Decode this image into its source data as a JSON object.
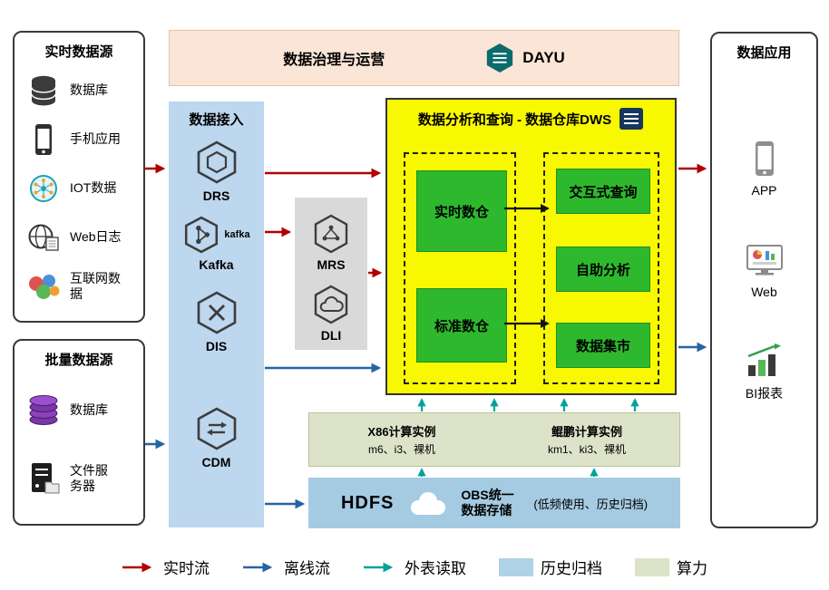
{
  "banner": {
    "title": "数据治理与运营",
    "product": "DAYU"
  },
  "realtime_sources": {
    "title": "实时数据源",
    "items": [
      {
        "label": "数据库",
        "icon": "database-icon"
      },
      {
        "label": "手机应用",
        "icon": "phone-icon"
      },
      {
        "label": "IOT数据",
        "icon": "iot-icon"
      },
      {
        "label": "Web日志",
        "icon": "web-log-icon"
      },
      {
        "label": "互联网数据",
        "icon": "internet-data-icon"
      }
    ]
  },
  "batch_sources": {
    "title": "批量数据源",
    "items": [
      {
        "label": "数据库",
        "icon": "database-purple-icon"
      },
      {
        "label": "文件服务器",
        "icon": "file-server-icon"
      }
    ]
  },
  "ingestion": {
    "title": "数据接入",
    "kafka_mark": "kafka",
    "services": [
      {
        "name": "DRS"
      },
      {
        "name": "Kafka"
      },
      {
        "name": "DIS"
      },
      {
        "name": "CDM"
      }
    ]
  },
  "engines": {
    "services": [
      {
        "name": "MRS"
      },
      {
        "name": "DLI"
      }
    ]
  },
  "dws": {
    "title": "数据分析和查询 - 数据仓库DWS",
    "warehouses": [
      {
        "label": "实时数仓"
      },
      {
        "label": "标准数仓"
      }
    ],
    "services": [
      {
        "label": "交互式查询"
      },
      {
        "label": "自助分析"
      },
      {
        "label": "数据集市"
      }
    ]
  },
  "compute": {
    "x86_title": "X86计算实例",
    "x86_sub": "m6、i3、裸机",
    "kunpeng_title": "鲲鹏计算实例",
    "kunpeng_sub": "km1、ki3、裸机"
  },
  "storage": {
    "hdfs": "HDFS",
    "obs_title": "OBS统一数据存储",
    "obs_note": "(低频使用、历史归档)"
  },
  "apps": {
    "title": "数据应用",
    "items": [
      {
        "label": "APP"
      },
      {
        "label": "Web"
      },
      {
        "label": "BI报表"
      }
    ]
  },
  "legend": {
    "realtime": "实时流",
    "offline": "离线流",
    "external": "外表读取",
    "archive": "历史归档",
    "compute": "算力"
  },
  "colors": {
    "realtime_flow": "#b00000",
    "offline_flow": "#2464a4",
    "external_read": "#00a39a",
    "archive_swatch": "#aed2e6",
    "compute_swatch": "#dde3c9",
    "dws_bg": "#f8f800",
    "warehouse_green": "#2eb82e",
    "ingest_bg": "#bdd7ee",
    "banner_bg": "#fbe5d6",
    "storage_bg": "#a5cbe2"
  }
}
